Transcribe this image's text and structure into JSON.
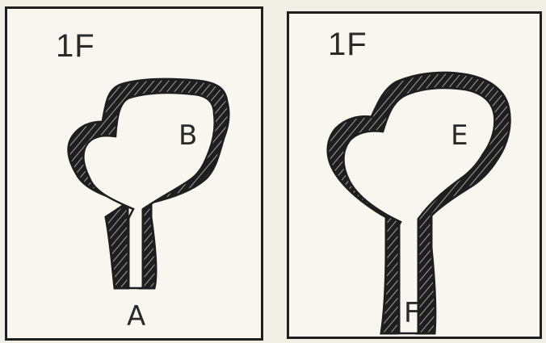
{
  "panels": [
    {
      "floor_label": "1F",
      "markers": {
        "room": "B",
        "entrance": "A"
      }
    },
    {
      "floor_label": "1F",
      "markers": {
        "room": "E",
        "entrance": "F"
      }
    }
  ],
  "colors": {
    "wall_fill": "#1e1e1e",
    "wall_hatch": "#9a9a9a",
    "floor": "#f8f6ee",
    "border": "#1f1f1f"
  },
  "icons": [
    "wall-hatch-pattern",
    "room-marker",
    "entrance-marker"
  ]
}
